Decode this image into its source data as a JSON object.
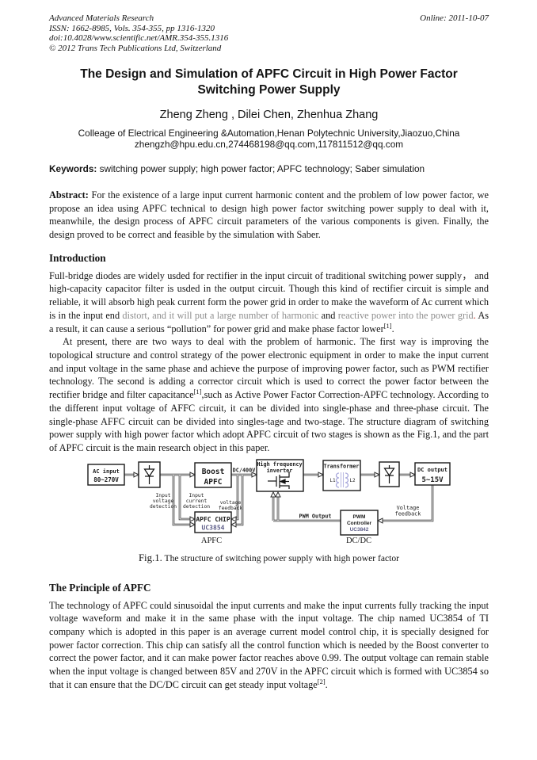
{
  "header": {
    "journal": "Advanced Materials Research",
    "issn_line": "ISSN: 1662-8985, Vols. 354-355, pp 1316-1320",
    "doi_line": "doi:10.4028/www.scientific.net/AMR.354-355.1316",
    "copyright_line": "© 2012 Trans Tech Publications Ltd, Switzerland",
    "online_date": "Online: 2011-10-07"
  },
  "title_line1": "The Design and Simulation of APFC Circuit in High Power Factor",
  "title_line2": "Switching Power Supply",
  "authors": "Zheng Zheng , Dilei Chen, Zhenhua Zhang",
  "affiliation": "Colleage of Electrical Engineering &Automation,Henan Polytechnic University,Jiaozuo,China",
  "emails": "zhengzh@hpu.edu.cn,274468198@qq.com,117811512@qq.com",
  "keywords": {
    "label": "Keywords:",
    "text": " switching power supply; high power factor; APFC technology; Saber simulation"
  },
  "abstract": {
    "label": "Abstract:",
    "text": " For the existence of a large input current harmonic content and the problem of low power factor, we propose an idea using APFC technical to design high power factor switching power supply to deal with it, meanwhile, the design process of APFC circuit parameters of the various components is given. Finally, the design proved to be correct and feasible by the simulation with Saber."
  },
  "introduction": {
    "heading": "Introduction",
    "p1_black1": "Full-bridge diodes are widely usded for rectifier in the input circuit of traditional switching power supply， and high-capacity capacitor filter is usded in the output circuit. Though this kind of rectifier circuit is simple and reliable, it will absorb high peak current form the power grid in order to make the waveform of Ac current which is in the input end ",
    "p1_gray1": "distort, and it will put a large number of harmonic",
    "p1_black2": " and ",
    "p1_gray2": "reactive power into the power grid",
    "p1_reddot": ".",
    "p1_black3": " As a result, it can cause a serious “pollution” for power grid and make phase factor lower",
    "p1_ref": "[1]",
    "p1_end": ".",
    "p2_a": "At present, there are two ways to deal with the problem of harmonic. The first way is improving the topological structure and control strategy of the power electronic equipment in order to make the input current and input voltage in the same phase and achieve the purpose of improving power factor, such as PWM rectifier technology. The second is adding a corrector circuit which is used to correct the power factor between the rectifier bridge and filter capacitance",
    "p2_ref": "[1]",
    "p2_b": ",such as Active Power Factor Correction-APFC technology. According to the different input voltage of AFFC circuit, it can be divided into single-phase and three-phase circuit. The single-phase AFFC circuit can be divided into singles-tage and two-stage. The structure diagram of switching power supply with high power factor which adopt APFC circuit of two stages is shown as the Fig.1, and the part of APFC circuit is the main research object in this paper."
  },
  "figure": {
    "ac_input_l1": "AC input",
    "ac_input_l2": "80~270V",
    "boost_l1": "Boost",
    "boost_l2": "APFC",
    "dc400_label": "DC/400V",
    "hf_l1": "High frequency",
    "hf_l2": "inverter",
    "transformer_label": "Transformer",
    "winding_l1": "L1",
    "winding_l2": "L2",
    "dcout_l1": "DC output",
    "dcout_l2": "5~15V",
    "chip_l1": "APFC CHIP",
    "chip_l2": "UC3854",
    "pwm_l1": "PWM",
    "pwm_l2": "Controller",
    "pwm_l3": "UC3842",
    "ivd_l1": "Input",
    "ivd_l2": "voltage",
    "ivd_l3": "detection",
    "icd_l1": "Input",
    "icd_l2": "current",
    "icd_l3": "detection",
    "vfl_l1": "voltage",
    "vfl_l2": "feedback",
    "pwm_out_label": "PWM Output",
    "vfr_l1": "Voltage",
    "vfr_l2": "feedback",
    "apfc_group_label": "APFC",
    "dcdc_group_label": "DC/DC",
    "caption_no": "Fig.1.",
    "caption_text": " The structure of switching power supply with high power factor"
  },
  "principle": {
    "heading": "The Principle of APFC",
    "p_a": "The technology of APFC could sinusoidal the input currents and make the input currents fully tracking the input voltage waveform and make it in the same phase with the input voltage. The chip named UC3854 of TI company which is adopted in this paper is an average current model control chip, it is specially designed for power factor correction. This chip can satisfy all the control function which is needed by the Boost converter to correct the power factor, and it can make power factor reaches above 0.99. The output voltage can remain stable when the input voltage is changed between 85V and 270V in the APFC circuit which is formed with UC3854 so that it can ensure that the DC/DC circuit can get steady input voltage",
    "p_ref": "[2]",
    "p_end": "."
  },
  "colors": {
    "gray_text": "#8e8e8e",
    "red_dot": "#c11b0e",
    "coil_blue": "#a9a9dc",
    "chip_label_blue": "#5d5d88"
  }
}
